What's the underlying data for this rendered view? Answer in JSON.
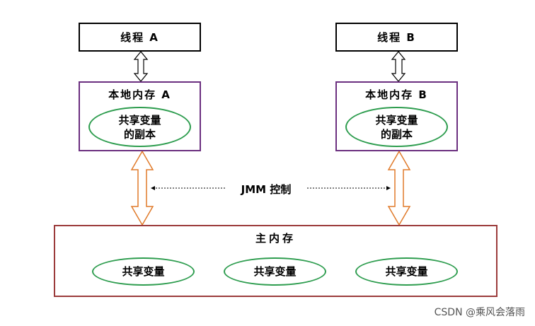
{
  "thread_a": {
    "label": "线程 A"
  },
  "thread_b": {
    "label": "线程 B"
  },
  "local_a": {
    "title": "本地内存 A",
    "copy": "共享变量\n的副本"
  },
  "local_b": {
    "title": "本地内存 B",
    "copy": "共享变量\n的副本"
  },
  "jmm": {
    "label": "JMM 控制"
  },
  "main_memory": {
    "title": "主内存",
    "vars": [
      "共享变量",
      "共享变量",
      "共享变量"
    ]
  },
  "watermark": "CSDN @乘风会落雨",
  "colors": {
    "thread_border": "#000000",
    "local_border": "#6b2f7f",
    "main_border": "#9b3b3b",
    "ellipse_border": "#2e9d4f",
    "big_arrow": "#e07a2a"
  }
}
